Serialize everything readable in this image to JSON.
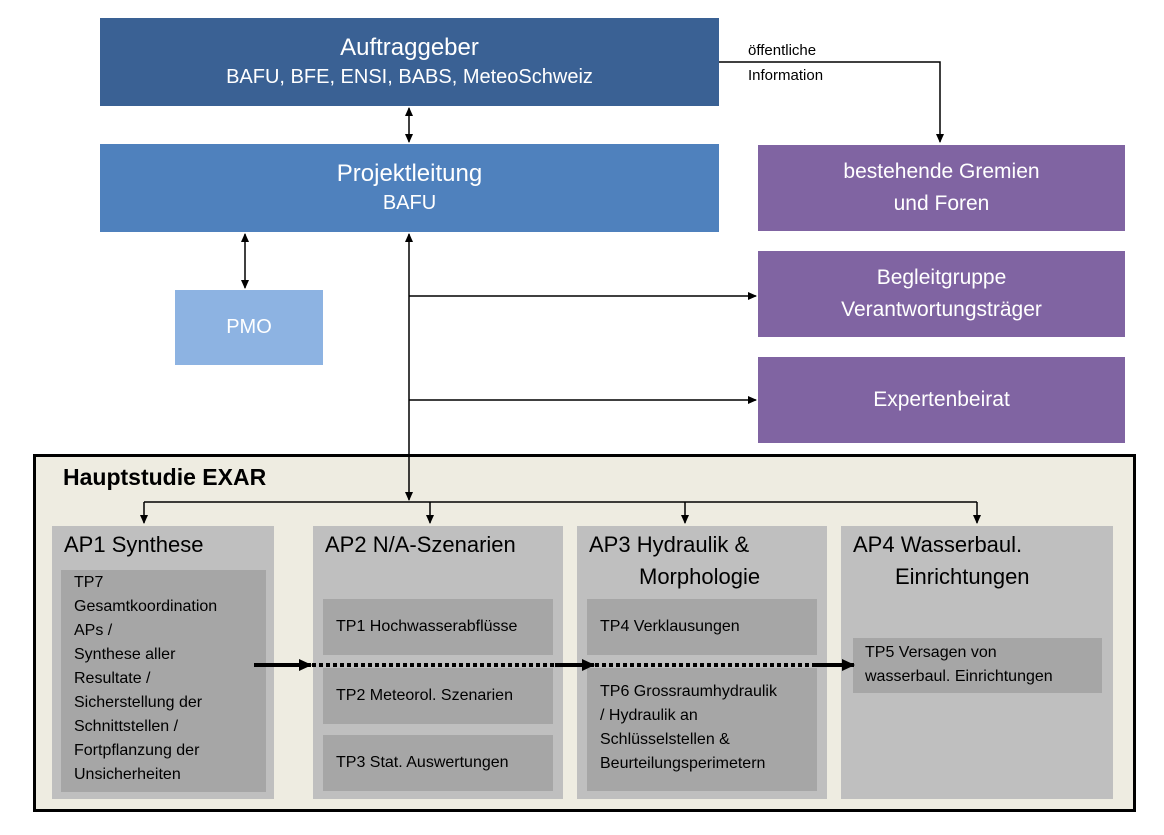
{
  "top": {
    "auftraggeber": {
      "title": "Auftraggeber",
      "subtitle": "BAFU, BFE, ENSI, BABS, MeteoSchweiz"
    },
    "projektleitung": {
      "title": "Projektleitung",
      "subtitle": "BAFU"
    },
    "pmo": {
      "title": "PMO"
    },
    "info_label_line1": "öffentliche",
    "info_label_line2": "Information"
  },
  "right_boxes": [
    {
      "line1": "bestehende Gremien",
      "line2": "und Foren"
    },
    {
      "line1": "Begleitgruppe",
      "line2": "Verantwortungsträger"
    },
    {
      "line1": "Expertenbeirat"
    }
  ],
  "colors": {
    "auftraggeber": "#3a6194",
    "projektleitung": "#4f81bd",
    "pmo": "#8db3e2",
    "committees": "#8064a2",
    "study_background": "#eeece1",
    "work_package": "#bfbfbf",
    "sub_project": "#a6a6a6"
  },
  "study": {
    "title": "Hauptstudie EXAR",
    "work_packages": [
      {
        "title_line1": "AP1 Synthese",
        "sub_projects": [
          {
            "lines": [
              "TP7",
              "Gesamtkoordination",
              "APs /",
              "Synthese aller",
              "Resultate /",
              "Sicherstellung der",
              "Schnittstellen /",
              "Fortpflanzung der",
              "Unsicherheiten"
            ]
          }
        ]
      },
      {
        "title_line1": "AP2 N/A-Szenarien",
        "sub_projects": [
          {
            "lines": [
              "TP1 Hochwasserabflüsse"
            ]
          },
          {
            "lines": [
              "TP2 Meteorol. Szenarien"
            ]
          },
          {
            "lines": [
              "TP3 Stat. Auswertungen"
            ]
          }
        ]
      },
      {
        "title_line1": "AP3 Hydraulik &",
        "title_line2": "Morphologie",
        "sub_projects": [
          {
            "lines": [
              "TP4 Verklausungen"
            ]
          },
          {
            "lines": [
              "TP6 Grossraumhydraulik",
              "/ Hydraulik an",
              "Schlüsselstellen &",
              "Beurteilungsperimetern"
            ]
          }
        ]
      },
      {
        "title_line1": "AP4 Wasserbaul.",
        "title_line2": "Einrichtungen",
        "sub_projects": [
          {
            "lines": [
              "TP5 Versagen von",
              "wasserbaul. Einrichtungen"
            ]
          }
        ]
      }
    ]
  }
}
